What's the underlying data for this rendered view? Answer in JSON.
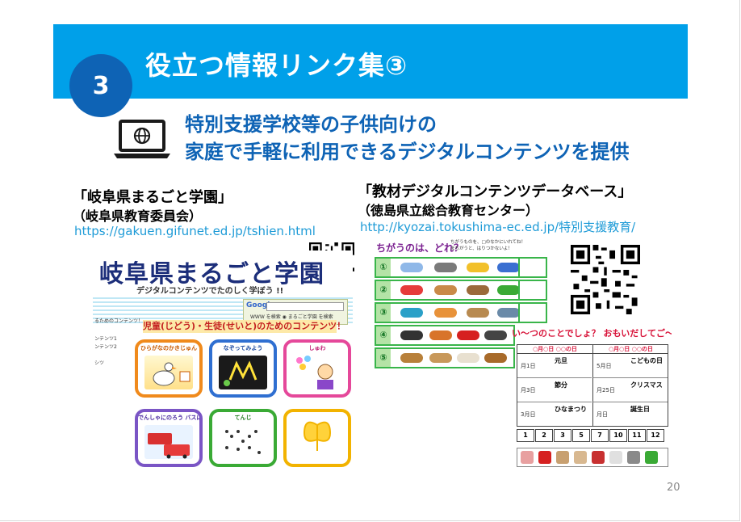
{
  "header": {
    "number": "3",
    "title": "役立つ情報リンク集③"
  },
  "subtitle": {
    "line1": "特別支援学校等の子供向けの",
    "line2": "家庭で手軽に利用できるデジタルコンテンツを提供"
  },
  "left_resource": {
    "title": "「岐阜県まるごと学園」",
    "org": "（岐阜県教育委員会）",
    "url": "https://gakuen.gifunet.ed.jp/tshien.html",
    "screenshot": {
      "logo": "岐阜県まるごと学園",
      "tagline": "デジタルコンテンツでたのしく学ぼう !!",
      "search_brand": "Google",
      "search_options": "WWW を検索 ◉ まるごと学園 を検索",
      "banner": "児童(じどう)・生徒(せいと)のためのコンテンツ！",
      "sidebar": [
        "るためのコンテンツ！",
        "ンテンツ1",
        "ンテンツ2",
        "シツ"
      ],
      "tiles": [
        {
          "label": "ひらがなのかきじゅん",
          "color": "#f08a1c"
        },
        {
          "label": "なぞってみよう",
          "color": "#2f6fd1"
        },
        {
          "label": "しゅわ",
          "color": "#e5489a"
        },
        {
          "label": "でんしゃにのろう バスにのろう",
          "color": "#7a55c5"
        },
        {
          "label": "てんじ",
          "color": "#3aaa35"
        },
        {
          "label": "",
          "color": "#f2b300"
        }
      ]
    }
  },
  "right_resource": {
    "title": "「教材デジタルコンテンツデータベース」",
    "org": "（徳島県立総合教育センター）",
    "url": "http://kyozai.tokushima-ec.ed.jp/特別支援教育/",
    "screenshot": {
      "quiz_title": "ちがうのは、どれ？",
      "quiz_note": [
        "ちがうものを、□のなかにいれてね！",
        "まちがうと、はりつかないよ！"
      ],
      "rows": [
        "①",
        "②",
        "③",
        "④",
        "⑤"
      ],
      "game_title": "い〜つのことでしょ？ おもいだしてご〜らん？",
      "calendar_heads": [
        "○月○日 ○○の日",
        "○月○日 ○○の日"
      ],
      "calendar_rows": [
        {
          "d1": "月1日",
          "e1": "元旦",
          "d2": "5月日",
          "e2": "こどもの日"
        },
        {
          "d1": "月3日",
          "e1": "節分",
          "d2": "月25日",
          "e2": "クリスマス"
        },
        {
          "d1": "3月日",
          "e1": "ひなまつり",
          "d2": "月日",
          "e2": "誕生日"
        }
      ],
      "months": [
        "1",
        "2",
        "3",
        "5",
        "7",
        "10",
        "11",
        "12"
      ]
    }
  },
  "page_number": "20",
  "colors": {
    "header_band": "#00a0e9",
    "number_circle": "#0e63b5",
    "subtitle": "#0e63b5",
    "url": "#1e9bd7"
  },
  "icons": [
    "laptop-globe-icon",
    "qr-code-left",
    "qr-code-right"
  ]
}
